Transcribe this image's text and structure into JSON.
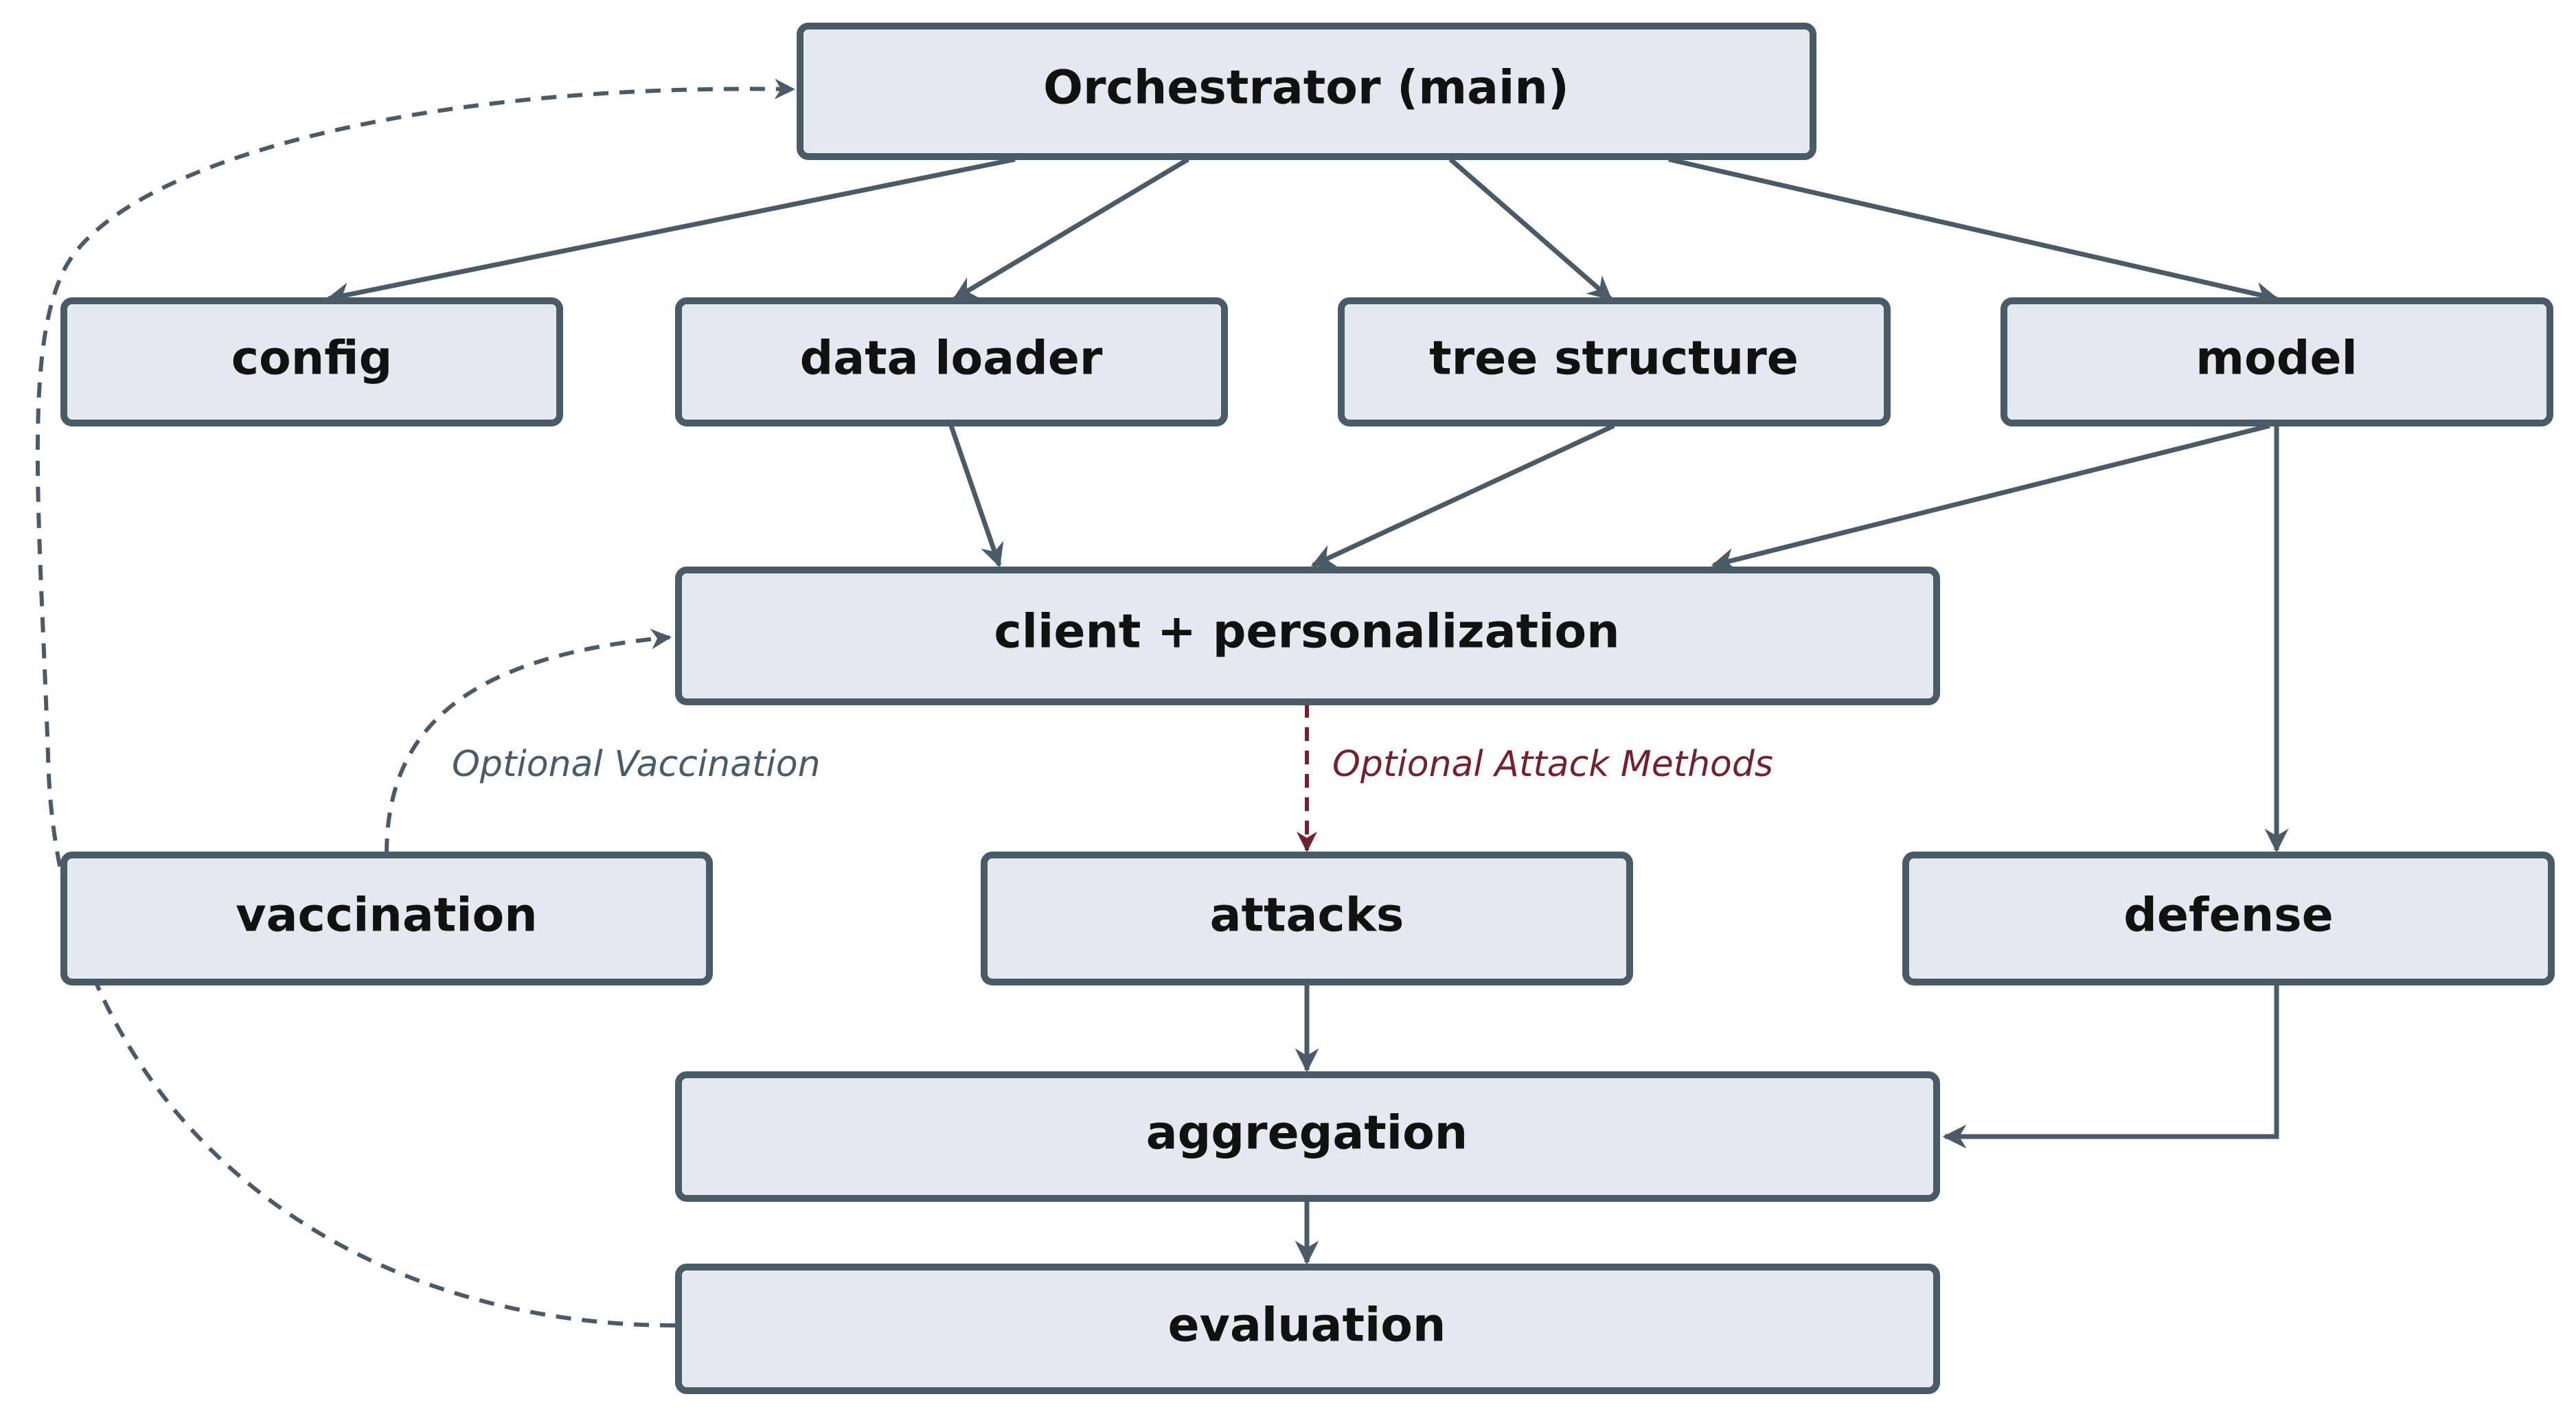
{
  "nodes": {
    "orchestrator": "Orchestrator (main)",
    "config": "config",
    "data_loader": "data loader",
    "tree_structure": "tree structure",
    "model": "model",
    "client": "client + personalization",
    "vaccination": "vaccination",
    "attacks": "attacks",
    "defense": "defense",
    "aggregation": "aggregation",
    "evaluation": "evaluation"
  },
  "edge_labels": {
    "vaccination": "Optional Vaccination",
    "attacks": "Optional Attack Methods"
  },
  "colors": {
    "node_fill": "#e4e9f0",
    "node_border": "#4b5a67",
    "edge": "#4b5a67",
    "attack_edge": "#6e2330",
    "vaccination_label": "#4b5a67"
  }
}
